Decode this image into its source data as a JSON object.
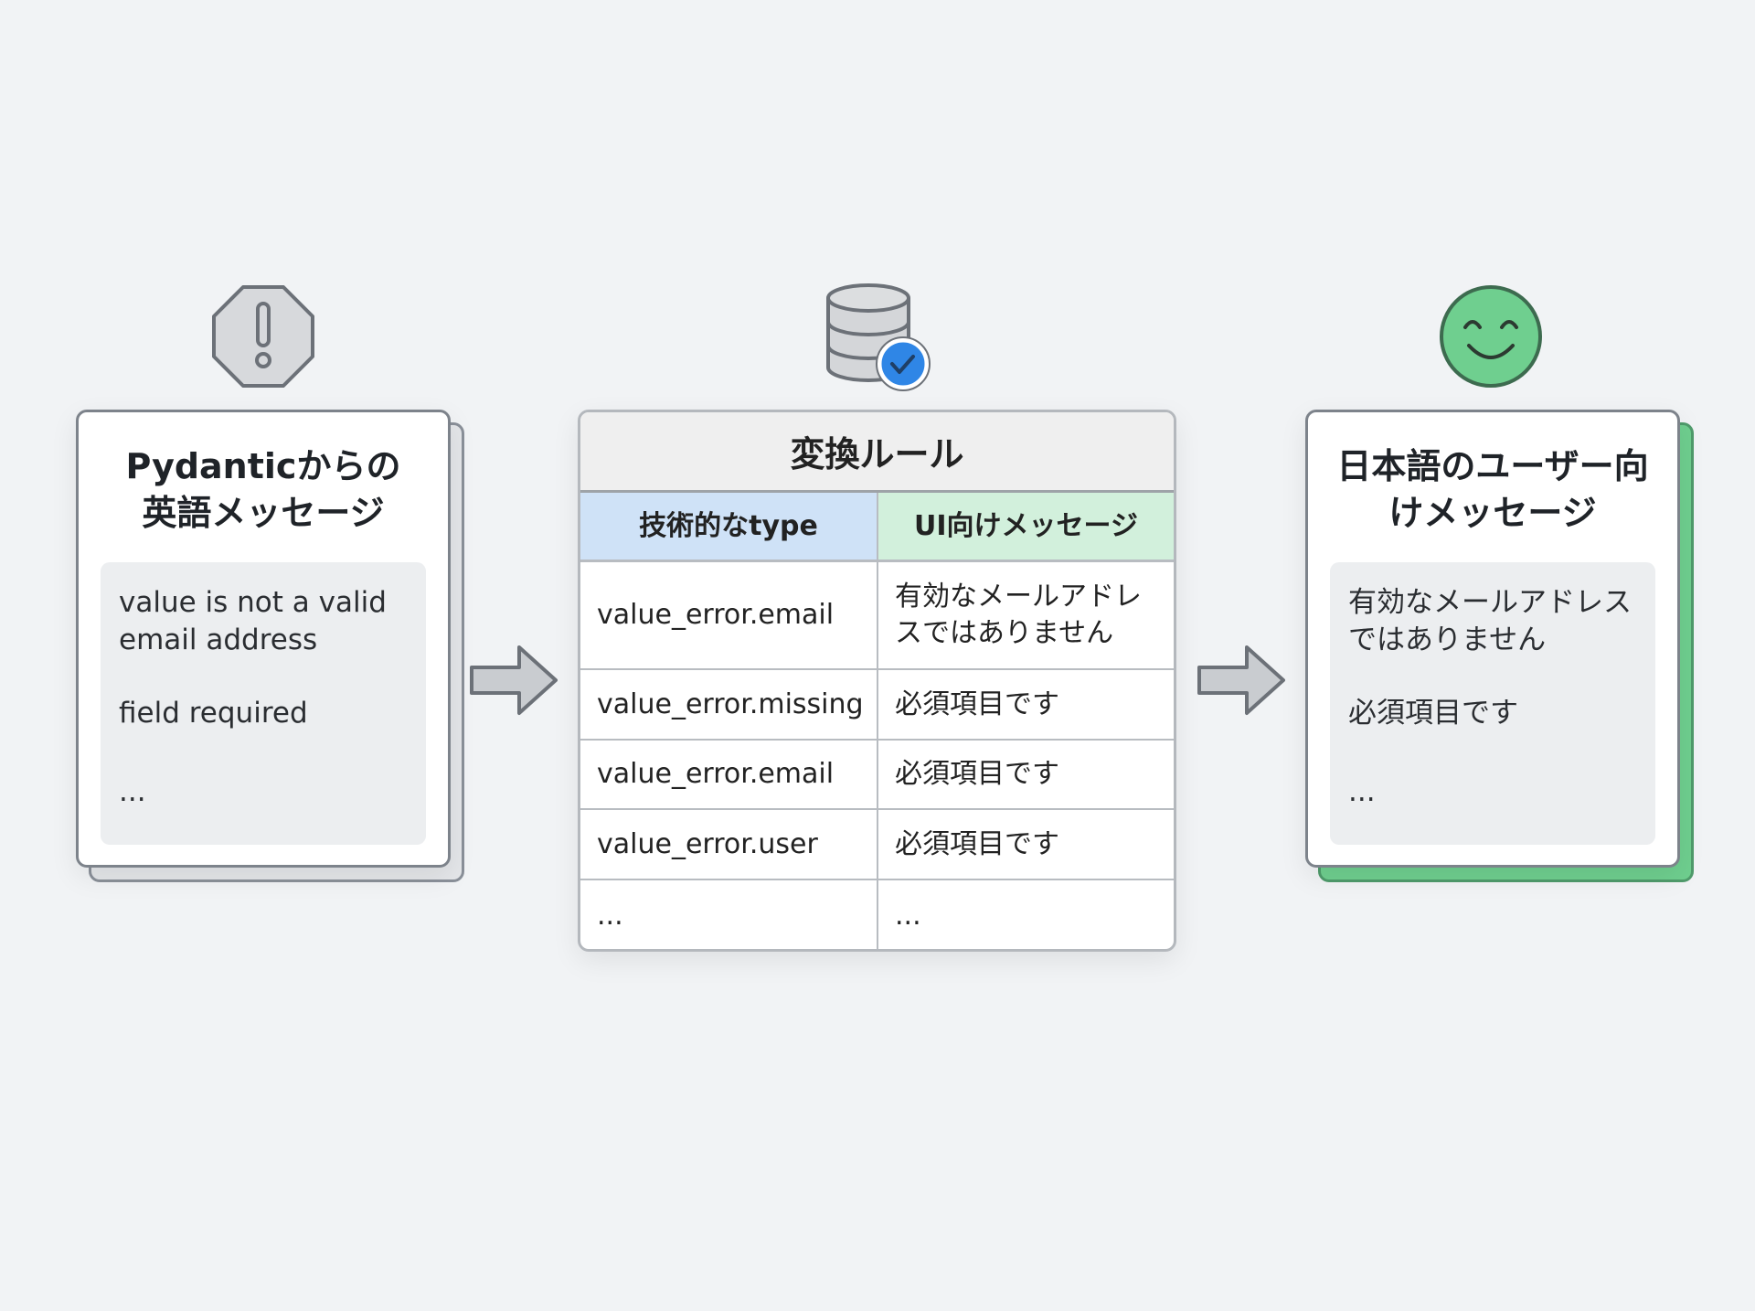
{
  "left_card": {
    "title_line1": "Pydanticからの",
    "title_line2": "英語メッセージ",
    "messages": [
      "value is not a valid\nemail address",
      "field required",
      "..."
    ]
  },
  "rules_table": {
    "title": "変換ルール",
    "headers": [
      "技術的なtype",
      "UI向けメッセージ"
    ],
    "rows": [
      [
        "value_error.email",
        "有効なメールアドレ\nスではありません"
      ],
      [
        "value_error.missing",
        "必須項目です"
      ],
      [
        "value_error.email",
        "必須項目です"
      ],
      [
        "value_error.user",
        "必須項目です"
      ],
      [
        "...",
        "..."
      ]
    ]
  },
  "right_card": {
    "title_line1": "日本語のユーザー向",
    "title_line2": "けメッセージ",
    "messages": [
      "有効なメールアドレス\nではありません",
      "必須項目です",
      "..."
    ]
  },
  "icons": [
    "warning-octagon-icon",
    "database-check-icon",
    "smiley-face-icon",
    "arrow-right-icon"
  ],
  "colors": {
    "background": "#f1f3f5",
    "header_blue": "#cfe2f7",
    "header_green": "#d2f0dc",
    "success_green": "#6fcf8f",
    "badge_blue": "#2f86e6"
  }
}
